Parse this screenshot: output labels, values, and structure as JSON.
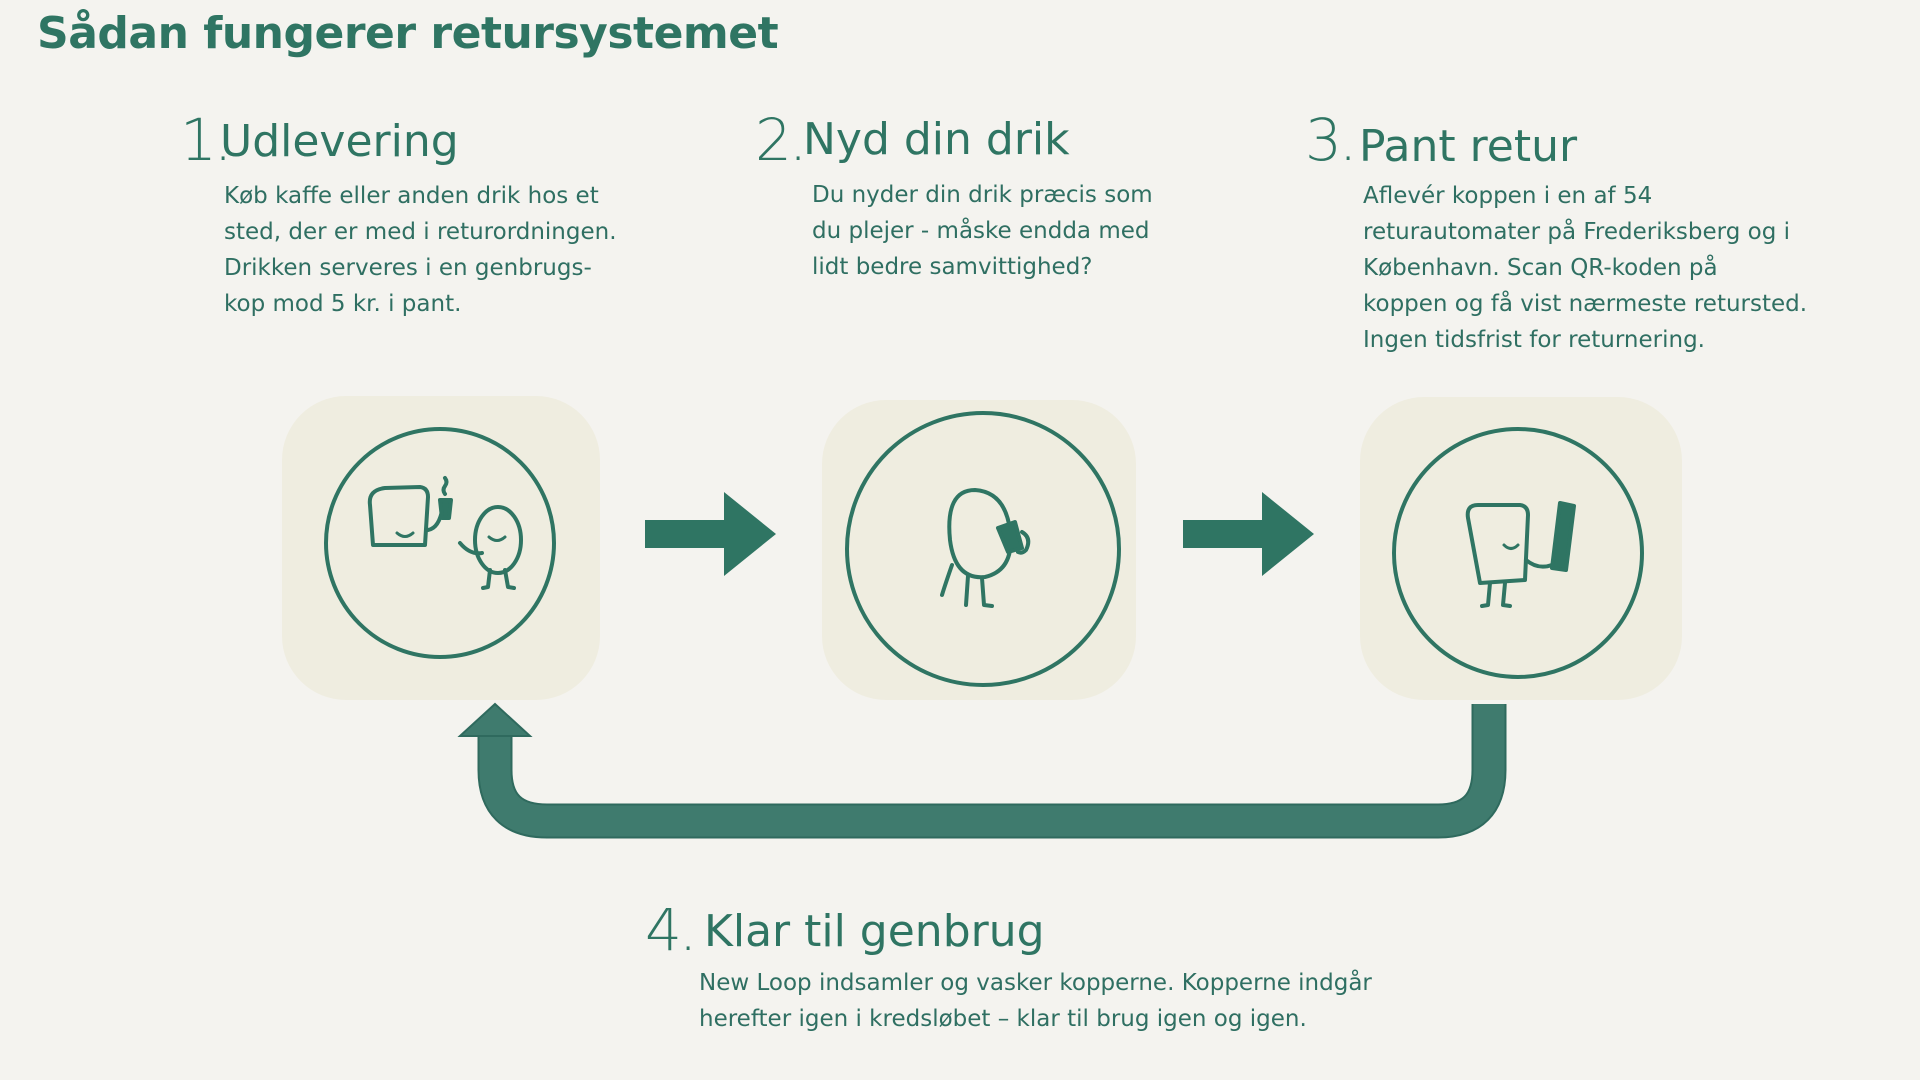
{
  "title": "Sådan fungerer retursystemet",
  "colors": {
    "primary": "#2f7563",
    "box": "#efede0",
    "background": "#f4f3ef",
    "loop": "#3f7b6e"
  },
  "steps": [
    {
      "number": "1.",
      "heading": "Udlevering",
      "lines": [
        "Køb kaffe eller anden drik hos et",
        "sted, der er med i returordningen.",
        "Drikken serveres i en genbrugs-",
        "kop mod 5 kr. i pant."
      ],
      "icon": "cup-character-serving-drink-icon"
    },
    {
      "number": "2.",
      "heading": "Nyd din drik",
      "lines": [
        "Du nyder din drik præcis som",
        "du plejer - måske endda med",
        "lidt bedre samvittighed?"
      ],
      "icon": "character-drinking-icon"
    },
    {
      "number": "3.",
      "heading": "Pant retur",
      "lines": [
        "Aflevér koppen i en af 54",
        "returautomater på Frederiksberg og i",
        "København. Scan QR-koden på",
        "koppen og få vist nærmeste retursted.",
        "Ingen tidsfrist for returnering."
      ],
      "icon": "cup-character-with-stacked-cups-icon"
    },
    {
      "number": "4.",
      "heading": "Klar til genbrug",
      "lines": [
        "New Loop indsamler og vasker kopperne. Kopperne indgår",
        "herefter igen i kredsløbet – klar til brug igen og igen."
      ]
    }
  ]
}
